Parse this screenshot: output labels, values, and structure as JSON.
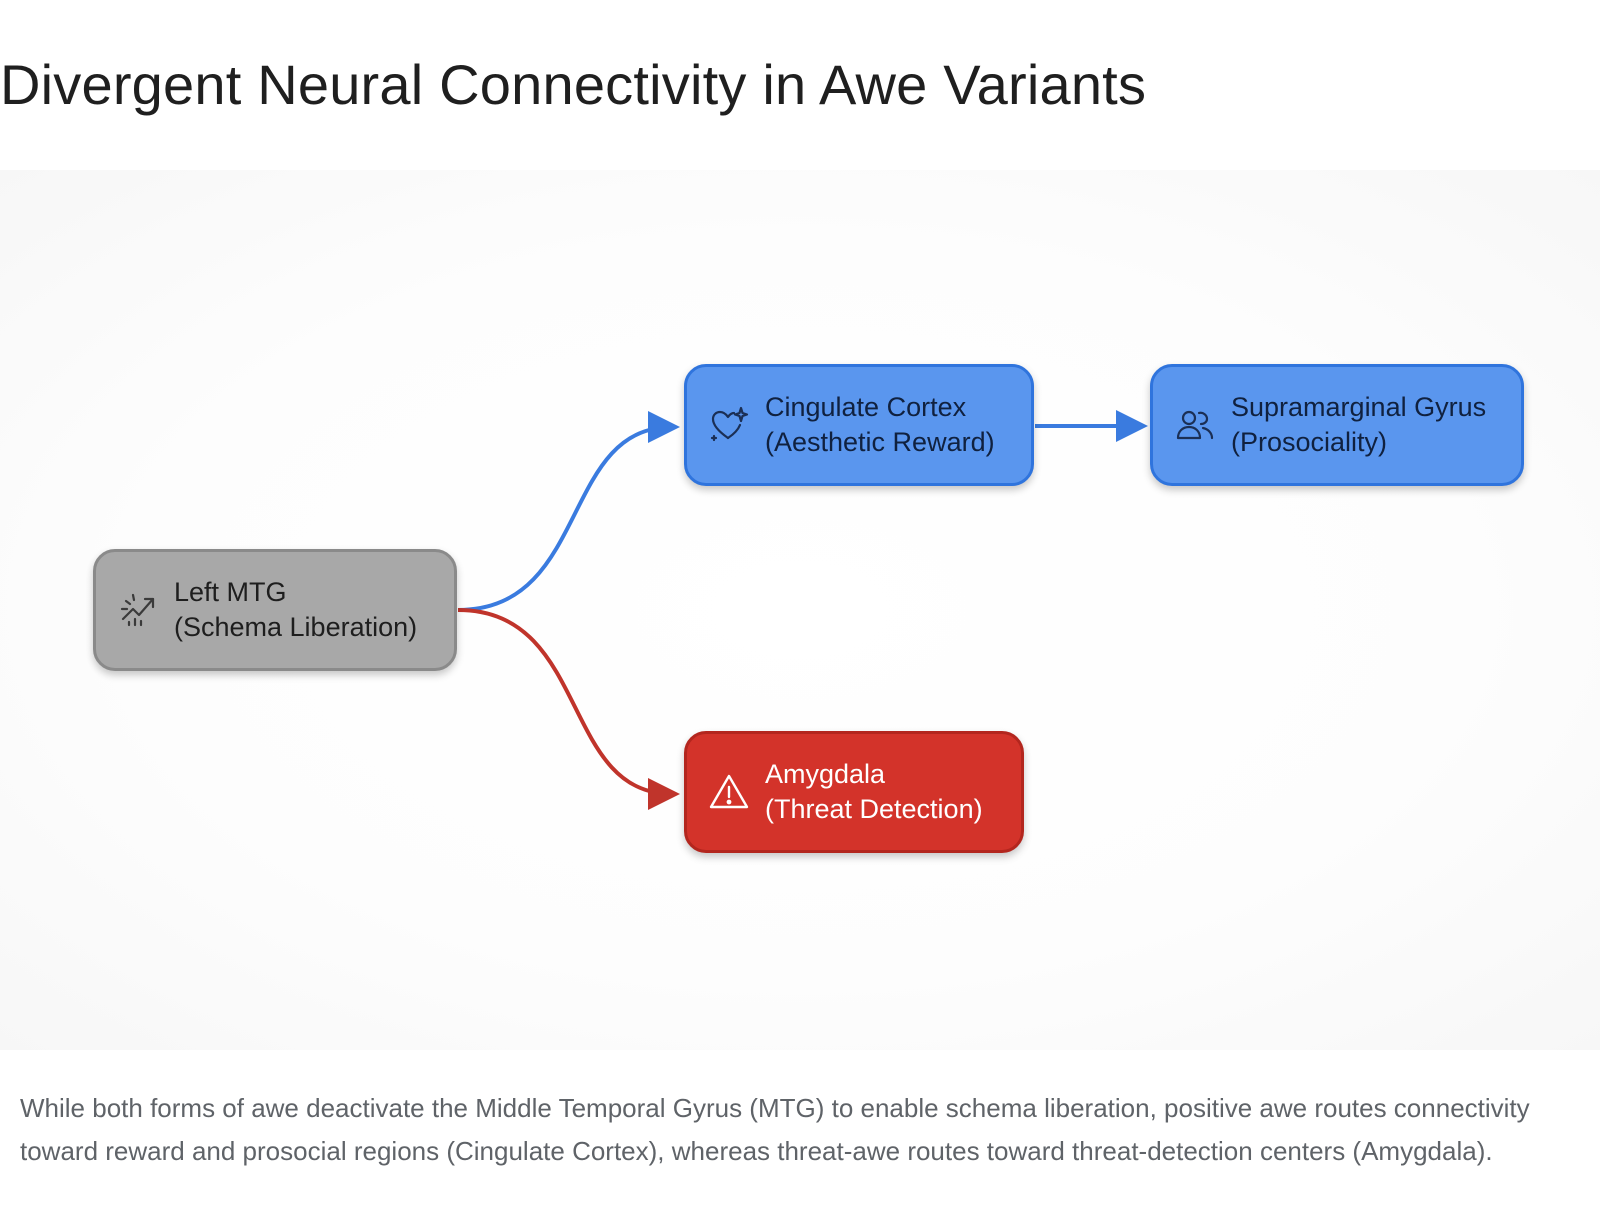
{
  "title": "Divergent Neural Connectivity in Awe Variants",
  "nodes": {
    "mtg": {
      "line1": "Left MTG",
      "line2": "(Schema Liberation)",
      "icon": "trending-up-icon",
      "color": "#a8a8a8"
    },
    "cingulate": {
      "line1": "Cingulate Cortex",
      "line2": "(Aesthetic Reward)",
      "icon": "heart-sparkle-icon",
      "color": "#5a96ee"
    },
    "supramarginal": {
      "line1": "Supramarginal Gyrus",
      "line2": "(Prosociality)",
      "icon": "people-icon",
      "color": "#5a96ee"
    },
    "amygdala": {
      "line1": "Amygdala",
      "line2": "(Threat Detection)",
      "icon": "warning-icon",
      "color": "#d3332a"
    }
  },
  "edges": [
    {
      "from": "mtg",
      "to": "cingulate",
      "color": "#3a7bdf"
    },
    {
      "from": "cingulate",
      "to": "supramarginal",
      "color": "#3a7bdf"
    },
    {
      "from": "mtg",
      "to": "amygdala",
      "color": "#c0342b"
    }
  ],
  "caption": "While both forms of awe deactivate the Middle Temporal Gyrus (MTG) to enable schema liberation, positive awe routes connectivity toward reward and prosocial regions (Cingulate Cortex), whereas threat-awe routes toward threat-detection centers (Amygdala)."
}
